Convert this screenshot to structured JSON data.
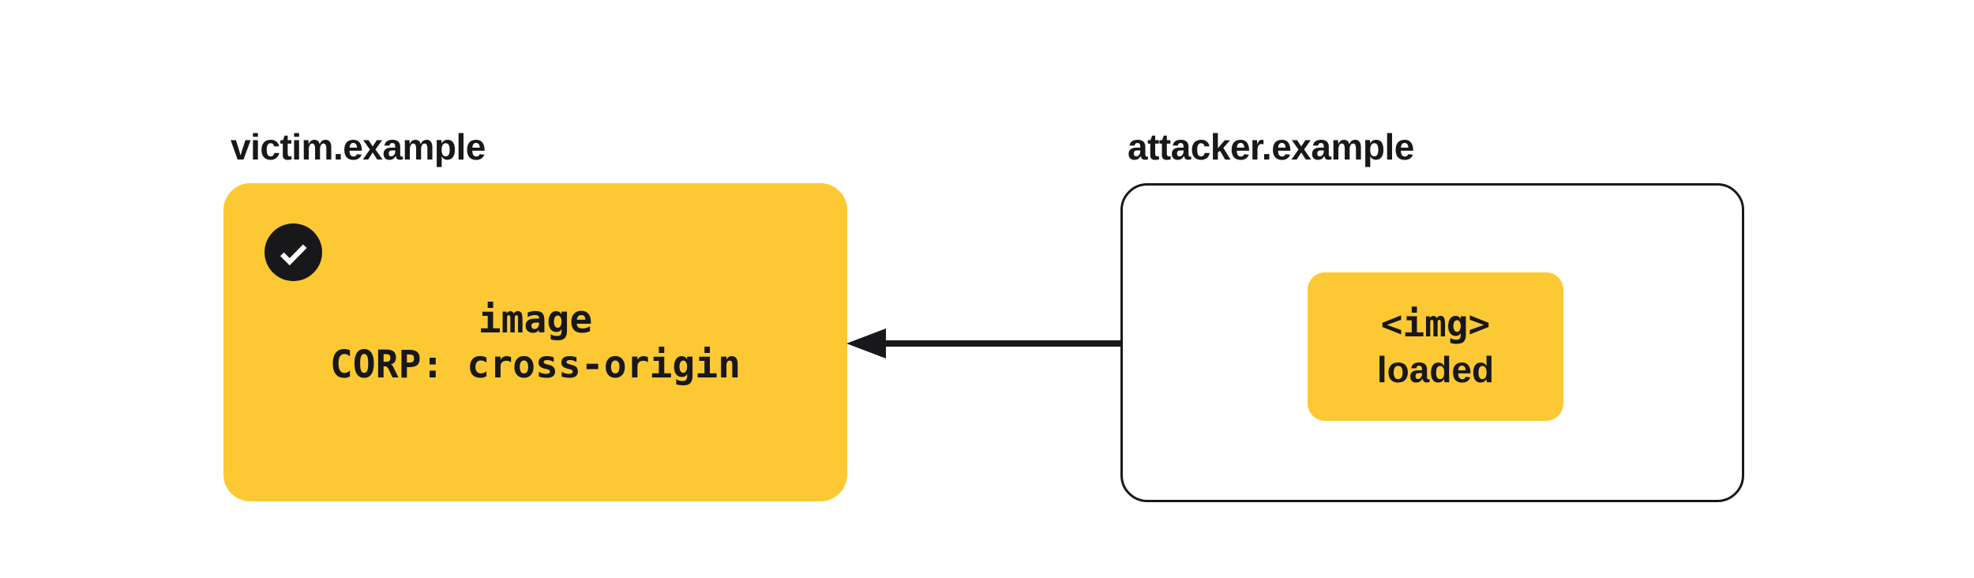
{
  "colors": {
    "background": "#ffffff",
    "box_yellow": "#FCC934",
    "ink": "#18181B",
    "check_white": "#ffffff"
  },
  "victim": {
    "domain_label": "victim.example",
    "status_icon": "check-circle-icon",
    "resource_line": "image",
    "corp_header_line": "CORP: cross-origin"
  },
  "attacker": {
    "domain_label": "attacker.example",
    "request_box": {
      "tag_line": "<img>",
      "status_line": "loaded"
    }
  },
  "arrow": {
    "points_from": "attacker.example",
    "points_to": "victim.example"
  }
}
